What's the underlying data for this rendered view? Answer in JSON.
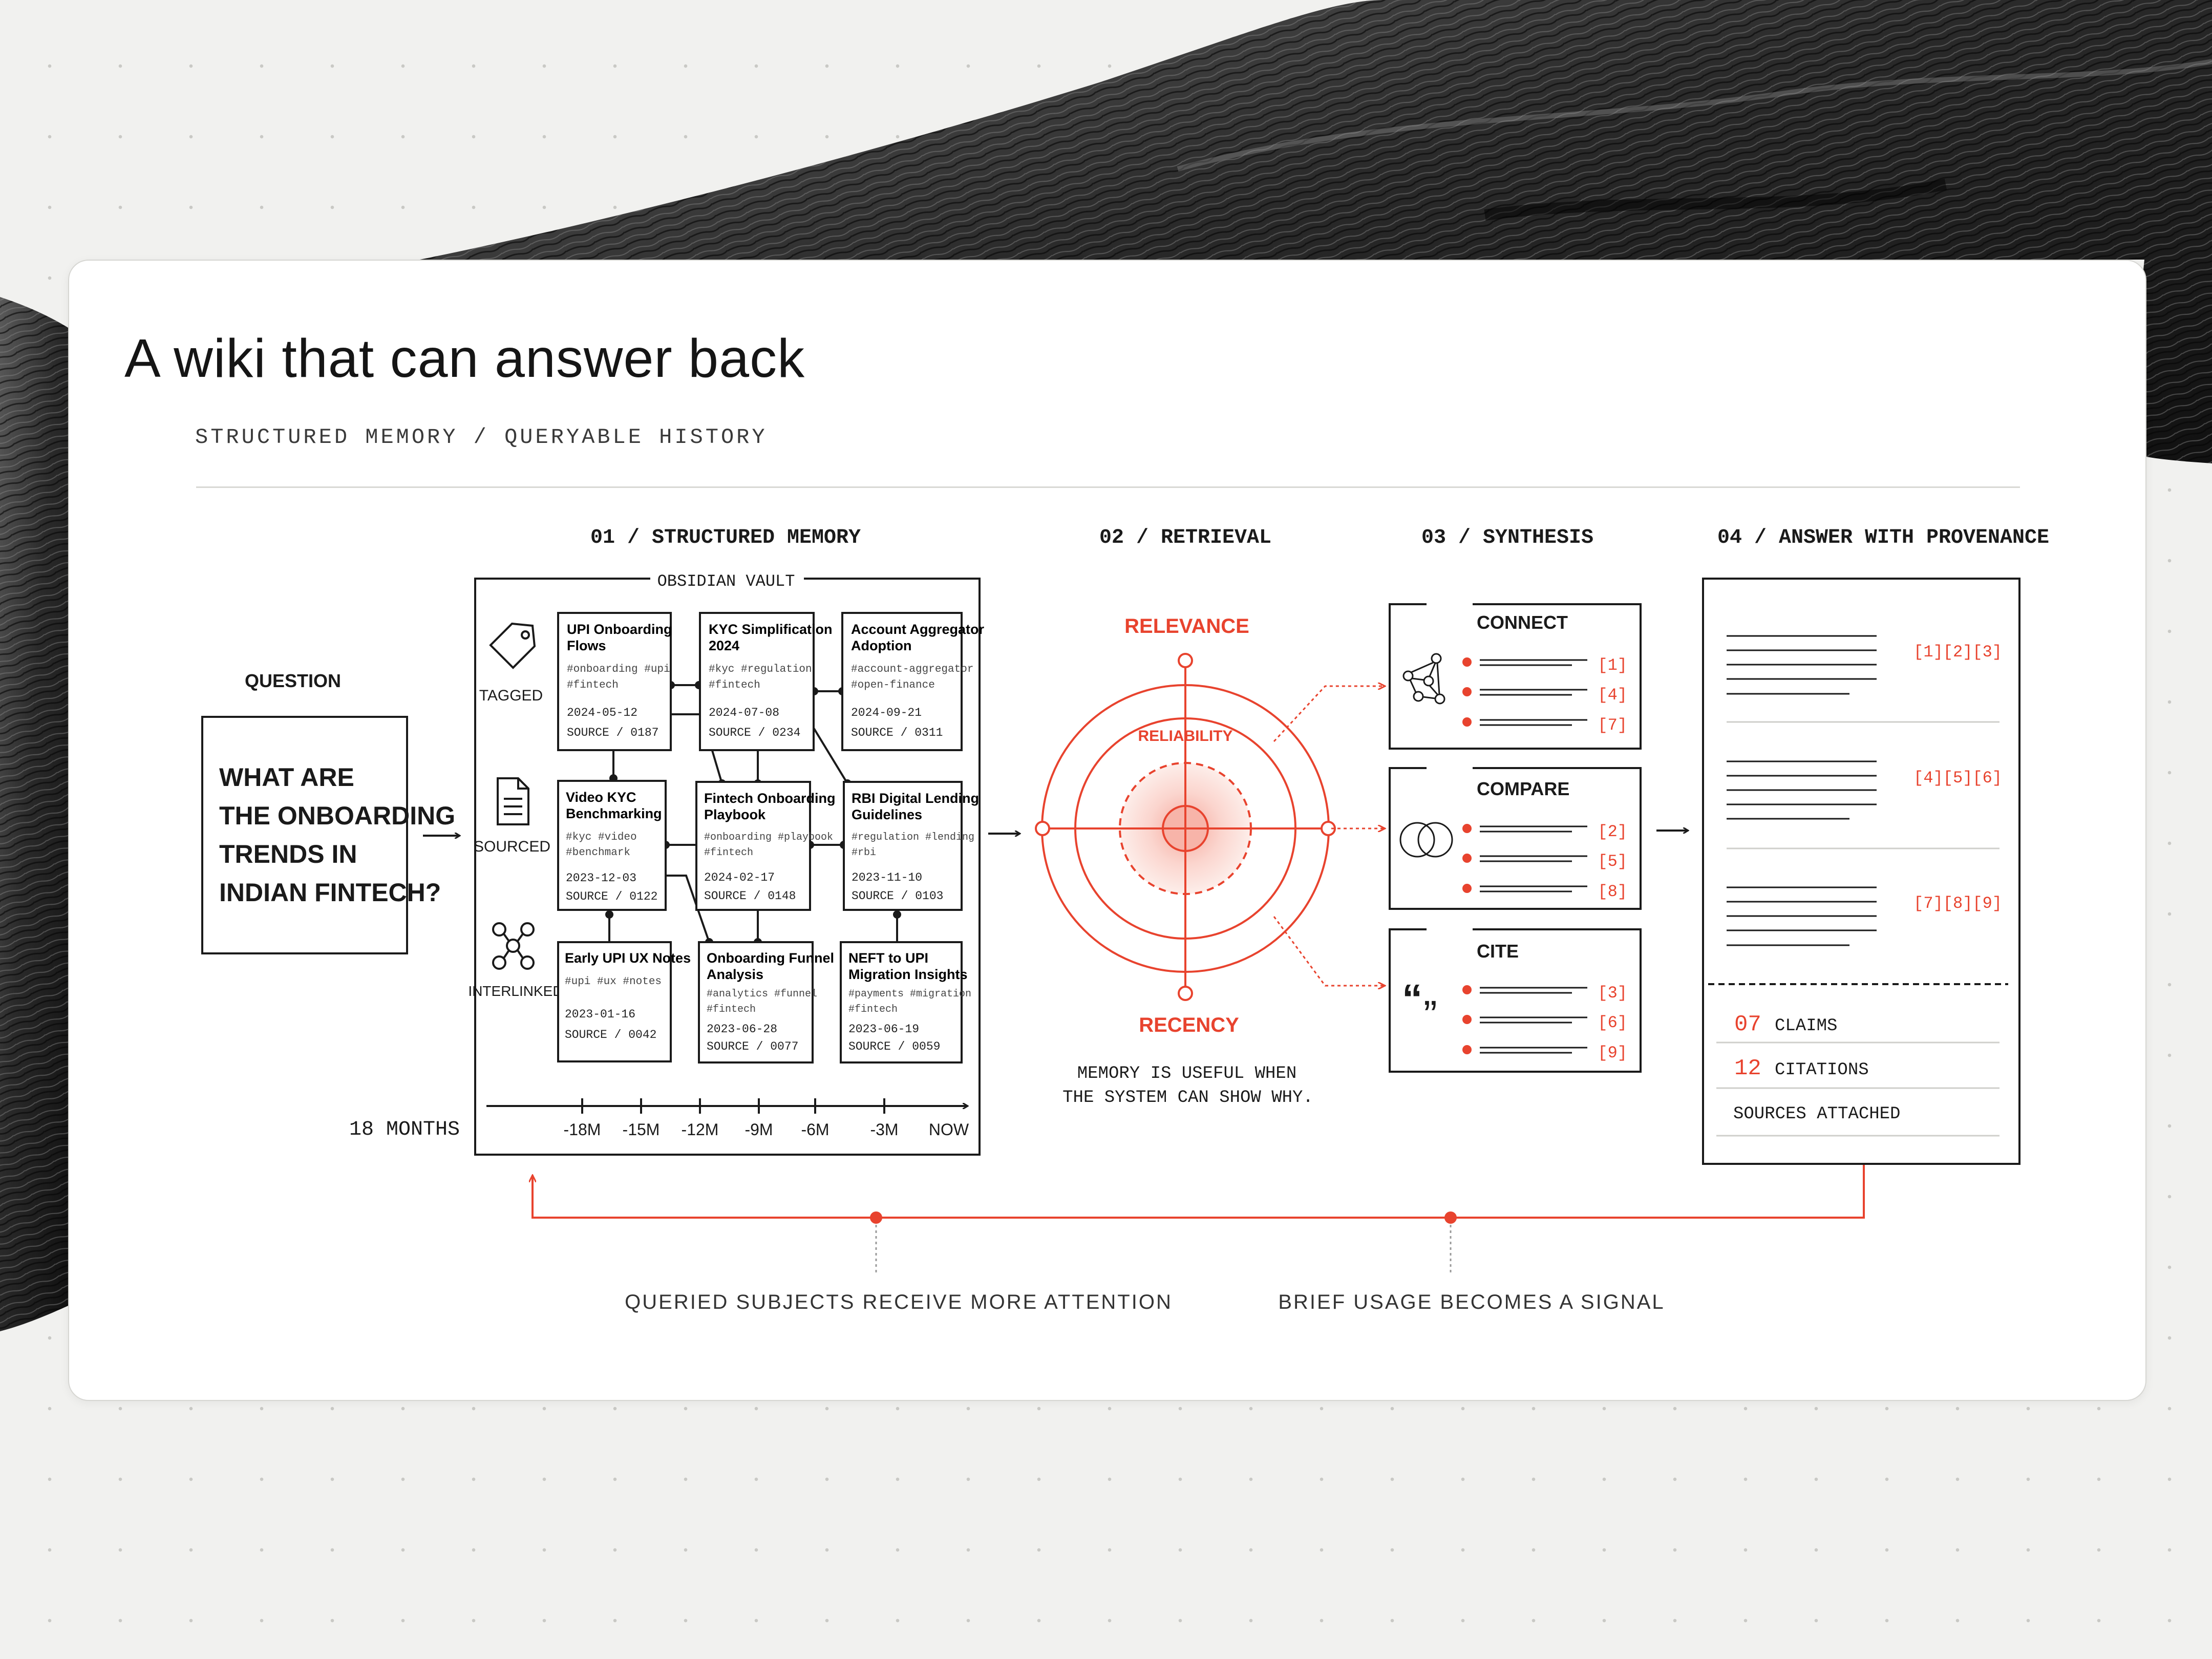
{
  "page": {
    "title": "A wiki that can answer back",
    "subtitle": "STRUCTURED MEMORY / QUERYABLE HISTORY"
  },
  "colors": {
    "accent": "#e8432e",
    "ink": "#1a1a1a",
    "background": "#f1f1ef",
    "card": "#ffffff"
  },
  "question": {
    "heading": "QUESTION",
    "lines": [
      "WHAT ARE",
      "THE ONBOARDING",
      "TRENDS IN",
      "INDIAN FINTECH?"
    ]
  },
  "memory": {
    "step": "01 / STRUCTURED MEMORY",
    "vault": "OBSIDIAN VAULT",
    "legend": [
      {
        "label": "TAGGED",
        "icon": "tag-icon"
      },
      {
        "label": "SOURCED",
        "icon": "document-icon"
      },
      {
        "label": "INTERLINKED",
        "icon": "network-icon"
      }
    ],
    "notes": [
      {
        "title": [
          "UPI Onboarding",
          "Flows"
        ],
        "tags": [
          "#onboarding  #upi",
          "#fintech"
        ],
        "date": "2024-05-12",
        "source": "SOURCE / 0187"
      },
      {
        "title": [
          "KYC Simplification",
          "2024"
        ],
        "tags": [
          "#kyc  #regulation",
          "#fintech"
        ],
        "date": "2024-07-08",
        "source": "SOURCE / 0234"
      },
      {
        "title": [
          "Account Aggregator",
          "Adoption"
        ],
        "tags": [
          "#account-aggregator",
          "#open-finance"
        ],
        "date": "2024-09-21",
        "source": "SOURCE / 0311"
      },
      {
        "title": [
          "Video KYC",
          "Benchmarking"
        ],
        "tags": [
          "#kyc  #video",
          "#benchmark"
        ],
        "date": "2023-12-03",
        "source": "SOURCE / 0122"
      },
      {
        "title": [
          "Fintech Onboarding",
          "Playbook"
        ],
        "tags": [
          "#onboarding  #playbook",
          "#fintech"
        ],
        "date": "2024-02-17",
        "source": "SOURCE / 0148"
      },
      {
        "title": [
          "RBI Digital Lending",
          "Guidelines"
        ],
        "tags": [
          "#regulation  #lending",
          "#rbi"
        ],
        "date": "2023-11-10",
        "source": "SOURCE / 0103"
      },
      {
        "title": [
          "Early UPI UX Notes"
        ],
        "tags": [
          "#upi  #ux  #notes"
        ],
        "date": "2023-01-16",
        "source": "SOURCE / 0042"
      },
      {
        "title": [
          "Onboarding Funnel",
          "Analysis"
        ],
        "tags": [
          "#analytics  #funnel",
          "#fintech"
        ],
        "date": "2023-06-28",
        "source": "SOURCE / 0077"
      },
      {
        "title": [
          "NEFT to UPI",
          "Migration Insights"
        ],
        "tags": [
          "#payments  #migration",
          "#fintech"
        ],
        "date": "2023-06-19",
        "source": "SOURCE / 0059"
      }
    ],
    "timeline_label": "18 MONTHS",
    "ticks": [
      "-18M",
      "-15M",
      "-12M",
      "-9M",
      "-6M",
      "-3M",
      "NOW"
    ]
  },
  "retrieval": {
    "step": "02 / RETRIEVAL",
    "labels": {
      "top": "RELEVANCE",
      "middle": "RELIABILITY",
      "bottom": "RECENCY"
    },
    "caption": [
      "MEMORY IS USEFUL WHEN",
      "THE SYSTEM CAN SHOW WHY."
    ]
  },
  "synthesis": {
    "step": "03 / SYNTHESIS",
    "boxes": [
      {
        "label": "CONNECT",
        "icon": "network-icon",
        "cites": [
          "[1]",
          "[4]",
          "[7]"
        ]
      },
      {
        "label": "COMPARE",
        "icon": "venn-icon",
        "cites": [
          "[2]",
          "[5]",
          "[8]"
        ]
      },
      {
        "label": "CITE",
        "icon": "quote-icon",
        "cites": [
          "[3]",
          "[6]",
          "[9]"
        ]
      }
    ]
  },
  "answer": {
    "step": "04 / ANSWER WITH PROVENANCE",
    "citations": [
      "[1][2][3]",
      "[4][5][6]",
      "[7][8][9]"
    ],
    "stats": [
      {
        "value": "07",
        "label": "CLAIMS"
      },
      {
        "value": "12",
        "label": "CITATIONS"
      },
      {
        "value": "",
        "label": "SOURCES ATTACHED"
      }
    ]
  },
  "feedback": {
    "left": "QUERIED SUBJECTS RECEIVE MORE ATTENTION",
    "right": "BRIEF USAGE BECOMES A SIGNAL"
  }
}
